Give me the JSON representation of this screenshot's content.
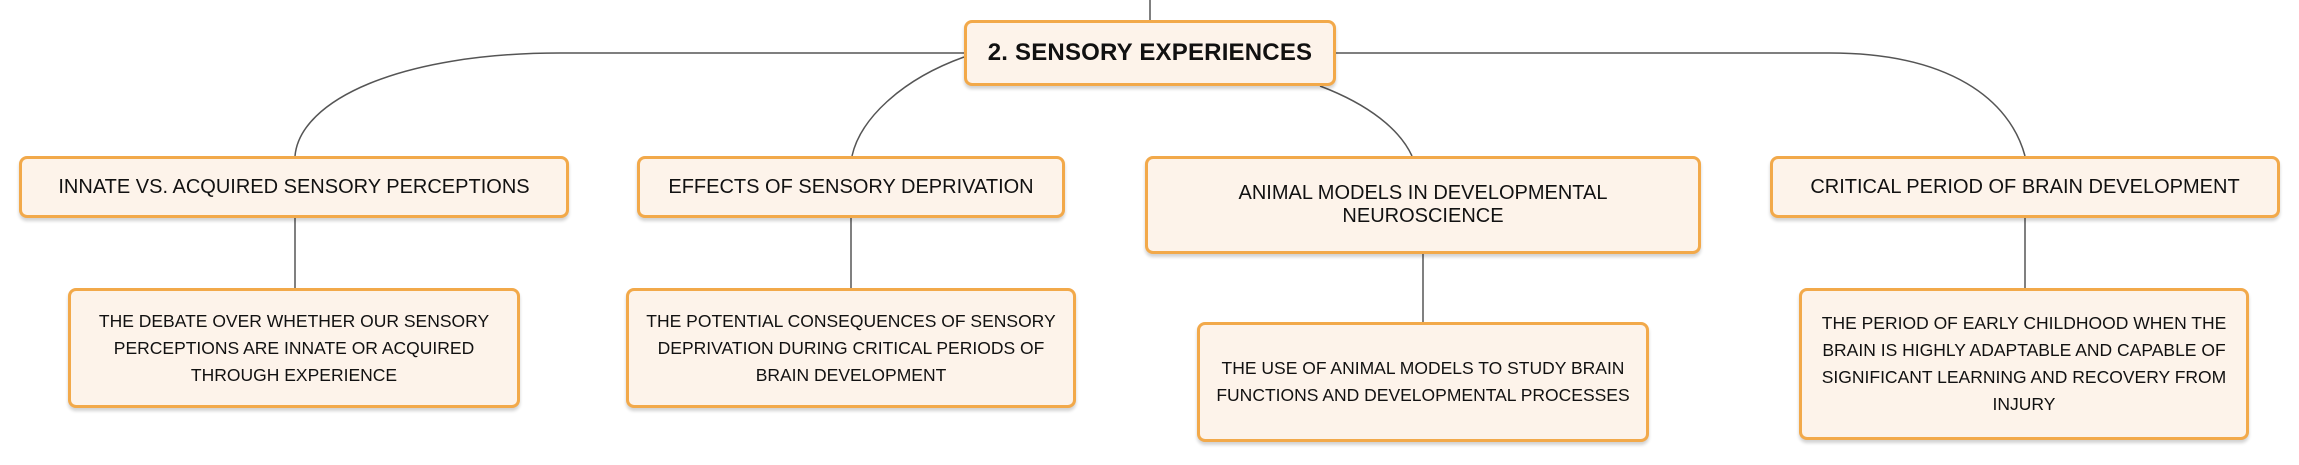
{
  "map": {
    "root": "2. SENSORY EXPERIENCES",
    "branches": [
      {
        "topic": "INNATE VS. ACQUIRED SENSORY PERCEPTIONS",
        "detail": "THE DEBATE OVER WHETHER OUR SENSORY PERCEPTIONS ARE INNATE OR ACQUIRED THROUGH EXPERIENCE"
      },
      {
        "topic": "EFFECTS OF SENSORY DEPRIVATION",
        "detail": "THE POTENTIAL CONSEQUENCES OF SENSORY DEPRIVATION DURING CRITICAL PERIODS OF BRAIN DEVELOPMENT"
      },
      {
        "topic": "ANIMAL MODELS IN DEVELOPMENTAL NEUROSCIENCE",
        "detail": "THE USE OF ANIMAL MODELS TO STUDY BRAIN FUNCTIONS AND DEVELOPMENTAL PROCESSES"
      },
      {
        "topic": "CRITICAL PERIOD OF BRAIN DEVELOPMENT",
        "detail": "THE PERIOD OF EARLY CHILDHOOD WHEN THE BRAIN IS HIGHLY ADAPTABLE AND CAPABLE OF SIGNIFICANT LEARNING AND RECOVERY FROM INJURY"
      }
    ]
  },
  "colors": {
    "node_fill": "#fdf3ea",
    "node_border": "#f2a94a",
    "connector": "#555555",
    "text": "#111111"
  }
}
